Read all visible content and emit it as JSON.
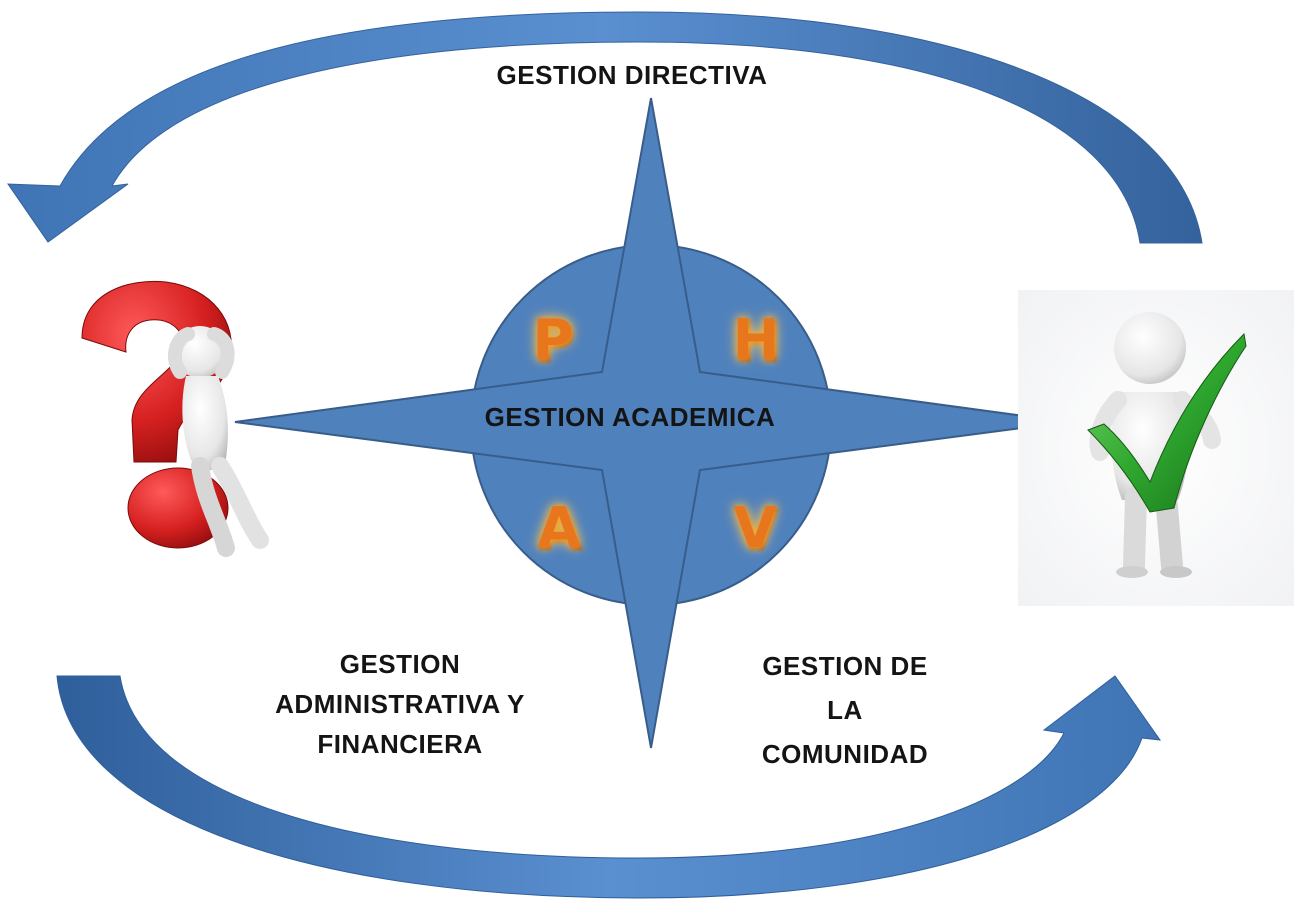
{
  "diagram": {
    "top_label": "GESTION DIRECTIVA",
    "center_label": "GESTION ACADEMICA",
    "left_label_lines": [
      "GESTION",
      "ADMINISTRATIVA Y",
      "FINANCIERA"
    ],
    "right_label_lines": [
      "GESTION DE",
      "LA",
      "COMUNIDAD"
    ],
    "cycle_letters": {
      "top_left": "P",
      "top_right": "H",
      "bottom_left": "A",
      "bottom_right": "V"
    }
  },
  "colors": {
    "compass_fill": "#4f81bd",
    "compass_stroke": "#385d8a",
    "arrow_fill": "#4a7ebb",
    "letter_orange": "#e8761c",
    "question_red": "#d62020",
    "check_green": "#2fa82f",
    "figure_white": "#f2f2f2"
  },
  "icons": {
    "left_figure": "question-mark-person-icon",
    "right_figure": "checkmark-person-icon"
  }
}
